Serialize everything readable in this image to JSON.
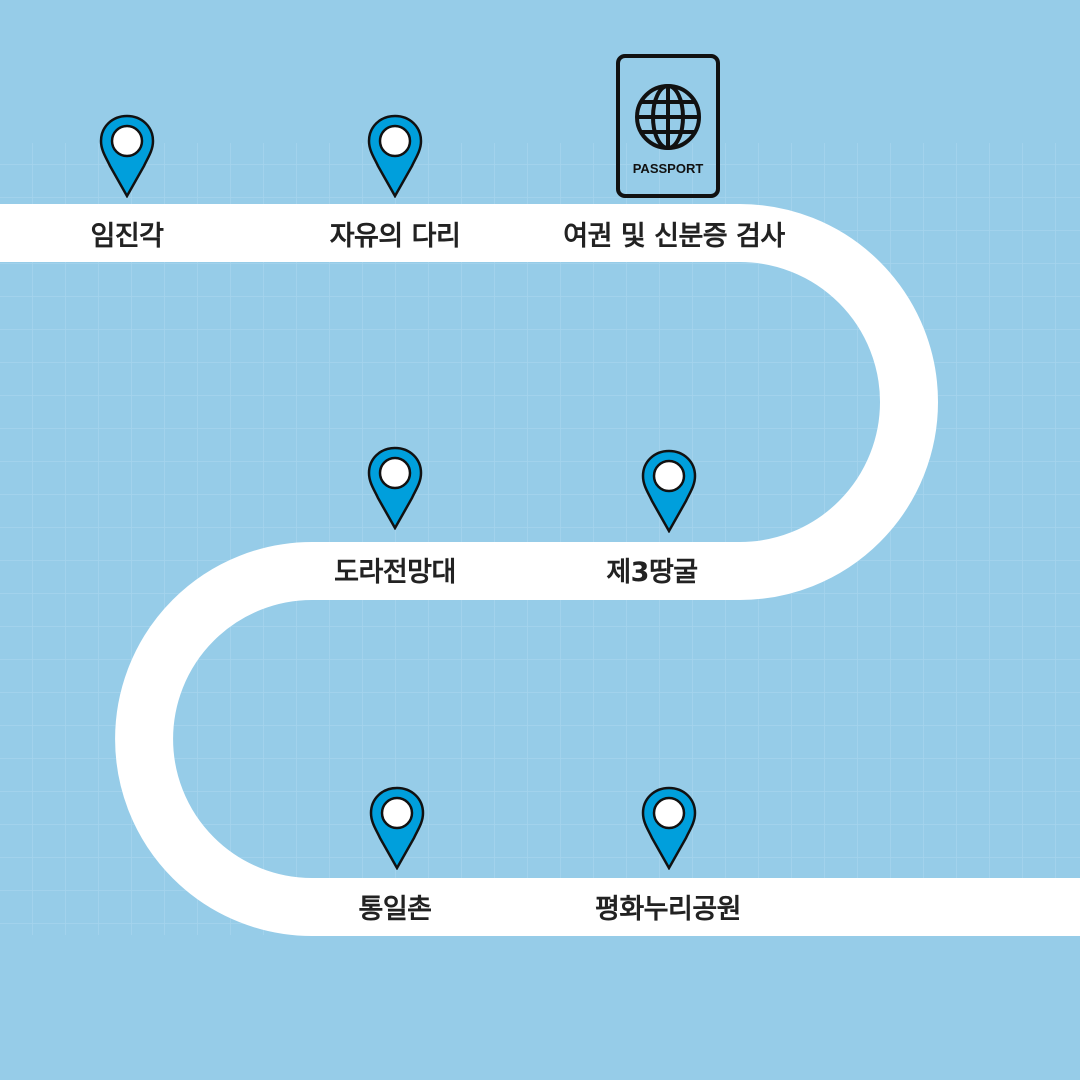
{
  "colors": {
    "background": "#96cce8",
    "road": "#ffffff",
    "pin": "#009fdc",
    "outline": "#111111"
  },
  "stops": [
    {
      "name": "임진각",
      "icon": "map-pin-icon"
    },
    {
      "name": "자유의 다리",
      "icon": "map-pin-icon"
    },
    {
      "name": "여권 및 신분증 검사",
      "icon": "passport-icon"
    },
    {
      "name": "도라전망대",
      "icon": "map-pin-icon"
    },
    {
      "name": "제3땅굴",
      "icon": "map-pin-icon"
    },
    {
      "name": "통일촌",
      "icon": "map-pin-icon"
    },
    {
      "name": "평화누리공원",
      "icon": "map-pin-icon"
    }
  ],
  "passport": {
    "label": "PASSPORT"
  }
}
